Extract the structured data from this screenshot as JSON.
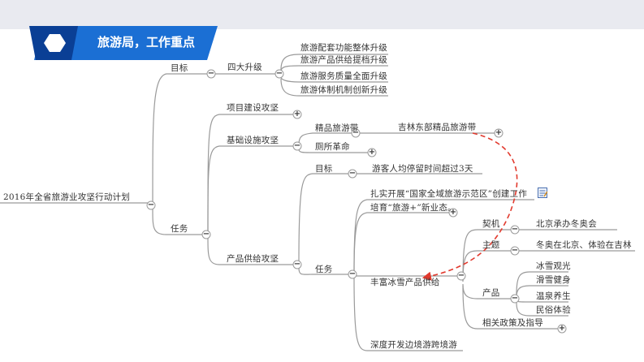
{
  "banner": {
    "title": "旅游局，工作重点",
    "accent": "#1b6fd4",
    "dark": "#0a3f95"
  },
  "mindmap": {
    "root": "2016年全省旅游业攻坚行动计划",
    "goal": "目标",
    "goal_child": "四大升级",
    "upgrades": [
      "旅游配套功能整体升级",
      "旅游产品供给提档升级",
      "旅游服务质量全面升级",
      "旅游体制机制创新升级"
    ],
    "task": "任务",
    "project": "项目建设攻坚",
    "infra": "基础设施攻坚",
    "infra_a": "精品旅游带",
    "infra_a_child": "吉林东部精品旅游带",
    "infra_b": "厕所革命",
    "supply": "产品供给攻坚",
    "supply_goal": "目标",
    "supply_goal_child": "游客人均停留时间超过3天",
    "supply_task": "任务",
    "supply_task_items": [
      "扎实开展“国家全域旅游示范区”创建工作",
      "培育“旅游+”新业态。",
      "丰富冰雪产品供给",
      "深度开发边境游跨境游"
    ],
    "rich_children": {
      "chance": "契机",
      "chance_child": "北京承办冬奥会",
      "theme": "主题",
      "theme_child": "冬奥在北京、体验在吉林",
      "product": "产品",
      "products": [
        "冰雪观光",
        "滑雪健身",
        "温泉养生",
        "民俗体验"
      ],
      "policy": "相关政策及指导"
    }
  }
}
